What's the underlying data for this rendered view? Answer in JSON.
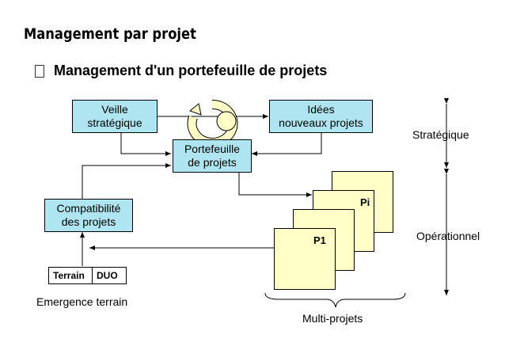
{
  "title": "Management par projet",
  "bullet_heading": "Management d'un portefeuille de projets",
  "boxes": {
    "veille": [
      "Veille",
      "stratégique"
    ],
    "idees": [
      "Idées",
      "nouveaux projets"
    ],
    "portefeuille": [
      "Portefeuille",
      "de projets"
    ],
    "compatibilite": [
      "Compatibilité",
      "des projets"
    ]
  },
  "projects": {
    "first": "P1",
    "last": "Pi"
  },
  "terrain_box": {
    "left": "Terrain",
    "right": "DUO"
  },
  "labels": {
    "emergence": "Emergence terrain",
    "multi_projets": "Multi-projets",
    "strategique": "Stratégique",
    "operationnel": "Opérationnel"
  },
  "colors": {
    "process_box": "#aee5f0",
    "project_sheet": "#ffffc8",
    "cycle_icon": "#ffffc8"
  },
  "icons": {
    "cycle": "circular-arrow-icon",
    "bullet": "square-bullet-icon"
  }
}
